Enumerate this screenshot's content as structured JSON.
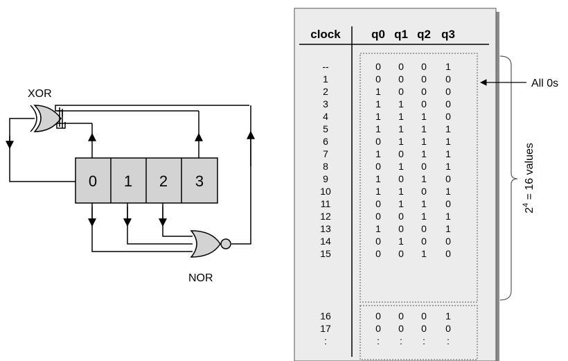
{
  "circuit": {
    "xor_label": "XOR",
    "nor_label": "NOR",
    "register_cells": [
      "0",
      "1",
      "2",
      "3"
    ]
  },
  "table": {
    "headers": [
      "clock",
      "q0",
      "q1",
      "q2",
      "q3"
    ],
    "rows": [
      [
        "--",
        "0",
        "0",
        "0",
        "1"
      ],
      [
        "1",
        "0",
        "0",
        "0",
        "0"
      ],
      [
        "2",
        "1",
        "0",
        "0",
        "0"
      ],
      [
        "3",
        "1",
        "1",
        "0",
        "0"
      ],
      [
        "4",
        "1",
        "1",
        "1",
        "0"
      ],
      [
        "5",
        "1",
        "1",
        "1",
        "1"
      ],
      [
        "6",
        "0",
        "1",
        "1",
        "1"
      ],
      [
        "7",
        "1",
        "0",
        "1",
        "1"
      ],
      [
        "8",
        "0",
        "1",
        "0",
        "1"
      ],
      [
        "9",
        "1",
        "0",
        "1",
        "0"
      ],
      [
        "10",
        "1",
        "1",
        "0",
        "1"
      ],
      [
        "11",
        "0",
        "1",
        "1",
        "0"
      ],
      [
        "12",
        "0",
        "0",
        "1",
        "1"
      ],
      [
        "13",
        "1",
        "0",
        "0",
        "1"
      ],
      [
        "14",
        "0",
        "1",
        "0",
        "0"
      ],
      [
        "15",
        "0",
        "0",
        "1",
        "0"
      ],
      [
        "16",
        "0",
        "0",
        "0",
        "1"
      ],
      [
        "17",
        "0",
        "0",
        "0",
        "0"
      ],
      [
        ":",
        ":",
        ":",
        ":",
        ":"
      ]
    ]
  },
  "annotations": {
    "all_zeros": "All 0s",
    "sixteen_values": {
      "base": "2",
      "exponent": "4",
      "rest": " = 16 values"
    }
  }
}
